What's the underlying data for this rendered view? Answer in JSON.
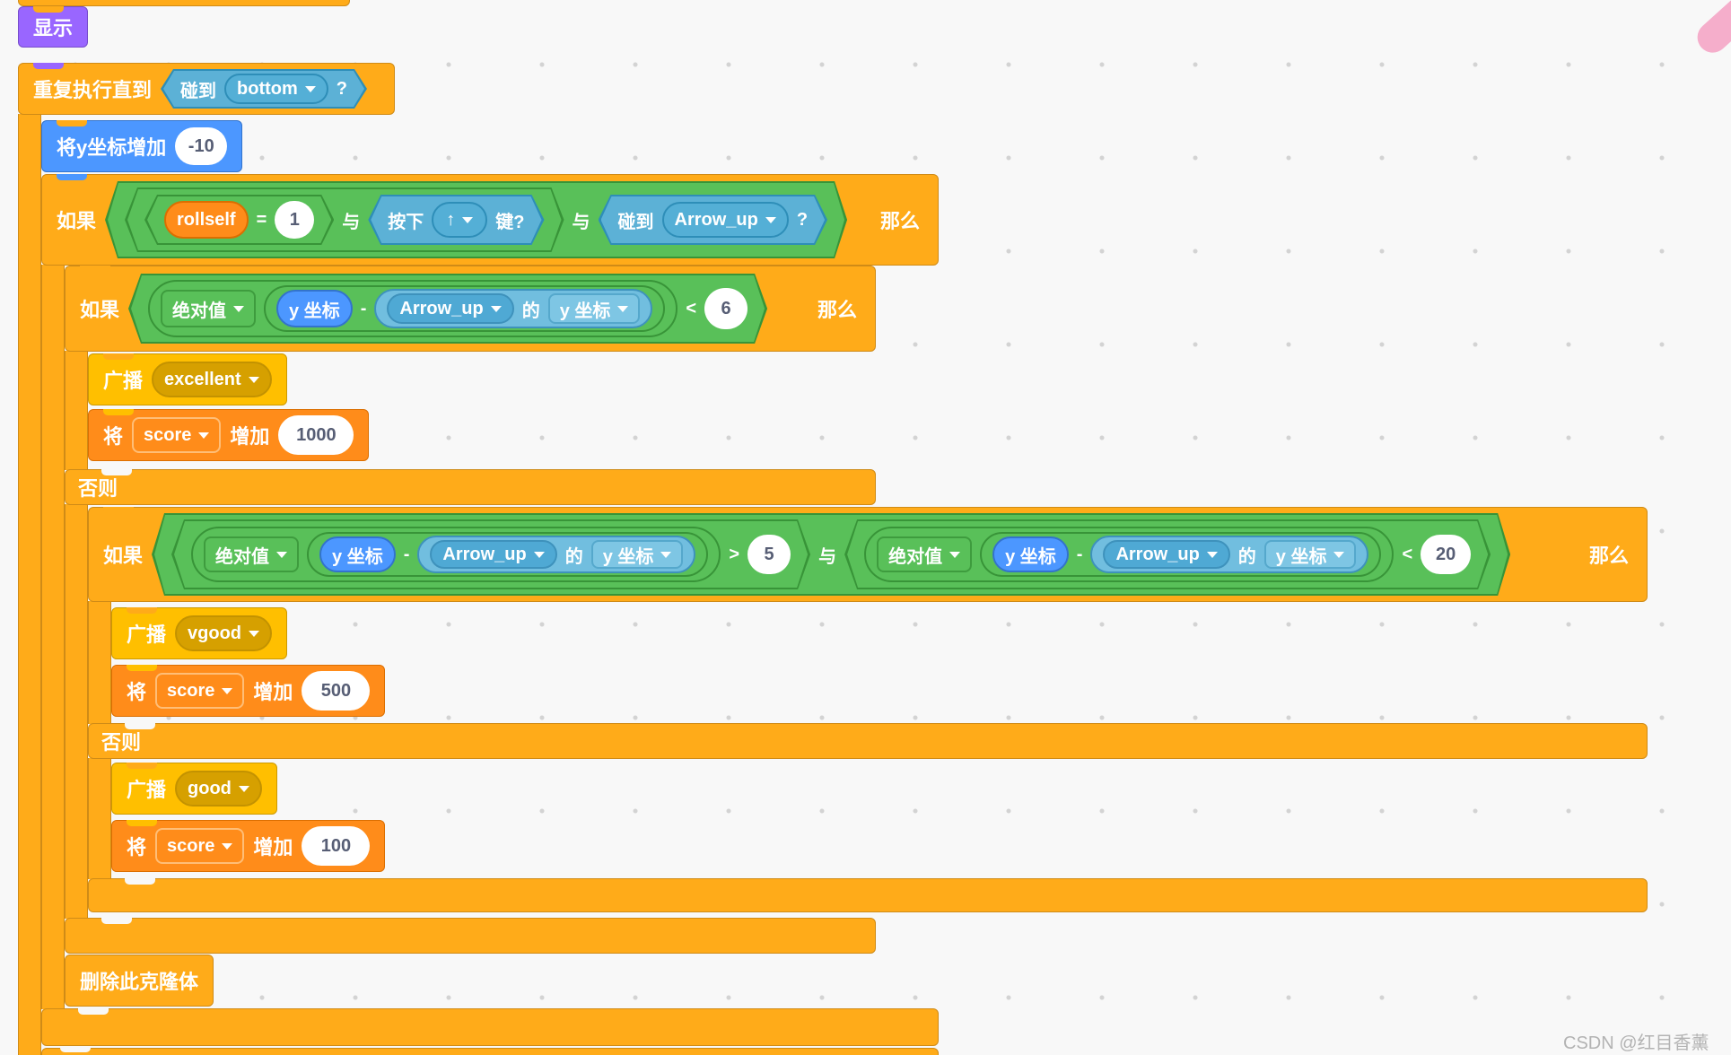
{
  "labels": {
    "show": "显示",
    "repeat_until": "重复执行直到",
    "touching": "碰到",
    "question": "?",
    "change_y": "将y坐标增加",
    "if": "如果",
    "then": "那么",
    "else": "否则",
    "and": "与",
    "eq": "=",
    "lt": "<",
    "gt": ">",
    "minus": "-",
    "press": "按下",
    "key_suffix": "键?",
    "abs": "绝对值",
    "y_pos": "y 坐标",
    "of": "的",
    "broadcast": "广播",
    "change_var_prefix": "将",
    "change_var_suffix": "增加",
    "delete_clone": "删除此克隆体"
  },
  "values": {
    "loop_target": "bottom",
    "change_y_value": "-10",
    "var_name": "rollself",
    "var_compare": "1",
    "key": "↑",
    "sprite": "Arrow_up",
    "if1_limit": "6",
    "if2_min": "5",
    "if2_max": "20",
    "broadcast1": "excellent",
    "broadcast2": "vgood",
    "broadcast3": "good",
    "score_var": "score",
    "score_add1": "1000",
    "score_add2": "500",
    "score_add3": "100"
  },
  "watermark": "CSDN @红目香薰",
  "colors": {
    "control": "#FFAB19",
    "control_border": "#CF8B17",
    "motion": "#4C97FF",
    "looks": "#9966FF",
    "events": "#FFBF00",
    "variables": "#FF8C1A",
    "operators": "#59C059",
    "sensing": "#5CB1D6",
    "background": "#F8F8F8",
    "pen_stroke": "#F5AECB"
  }
}
